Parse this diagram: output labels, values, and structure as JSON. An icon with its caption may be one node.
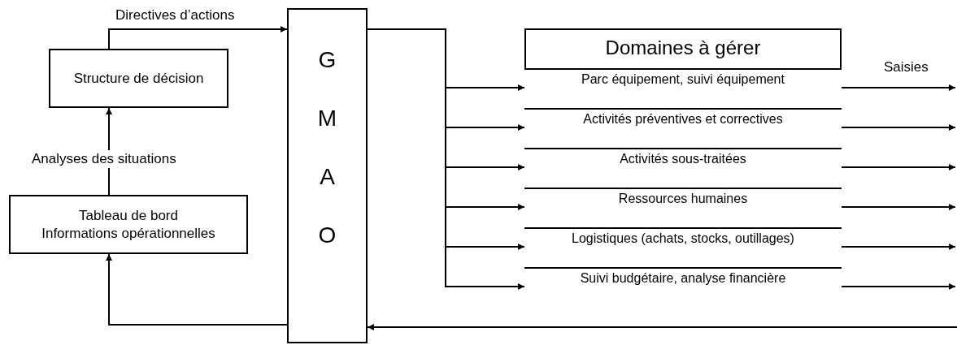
{
  "diagram": {
    "nodes": [
      {
        "text": [
          "Structure de décision"
        ]
      },
      {
        "text": [
          "Tableau de bord",
          "Informations opérationnelles"
        ]
      },
      {
        "text": [
          "G",
          "M",
          "A",
          "O"
        ]
      },
      {
        "text": [
          "Domaines à gérer"
        ]
      },
      {
        "text": [
          "Parc équipement, suivi équipement"
        ],
        "in": 3
      },
      {
        "text": [
          "Activités préventives et correctives"
        ],
        "in": 3
      },
      {
        "text": [
          "Activités sous-traitées"
        ],
        "in": 3
      },
      {
        "text": [
          "Ressources humaines"
        ],
        "in": 3
      },
      {
        "text": [
          "Logistiques (achats, stocks, outillages)"
        ],
        "in": 3
      },
      {
        "text": [
          "Suivi budgétaire, analyse financière"
        ],
        "in": 3
      }
    ],
    "edges": [
      {
        "from": 0,
        "to": 2,
        "arrow": "to",
        "label": "Directives d’actions"
      },
      {
        "from": 1,
        "to": 0,
        "arrow": "to",
        "label": "Analyses des situations"
      },
      {
        "from": 2,
        "to": 1,
        "arrow": "to"
      },
      {
        "from": 2,
        "to": 4,
        "arrow": "to"
      },
      {
        "from": 2,
        "to": 5,
        "arrow": "to"
      },
      {
        "from": 2,
        "to": 6,
        "arrow": "to"
      },
      {
        "from": 2,
        "to": 7,
        "arrow": "to"
      },
      {
        "from": 2,
        "to": 8,
        "arrow": "to"
      },
      {
        "from": 2,
        "to": 9,
        "arrow": "to"
      },
      {
        "from": 4,
        "to": null,
        "arrow": "to",
        "label": "Saisies"
      },
      {
        "from": 5,
        "to": null,
        "arrow": "to"
      },
      {
        "from": 6,
        "to": null,
        "arrow": "to"
      },
      {
        "from": 7,
        "to": null,
        "arrow": "to"
      },
      {
        "from": 8,
        "to": null,
        "arrow": "to"
      },
      {
        "from": 9,
        "to": null,
        "arrow": "to"
      },
      {
        "from": null,
        "to": 2,
        "arrow": "to"
      }
    ]
  }
}
